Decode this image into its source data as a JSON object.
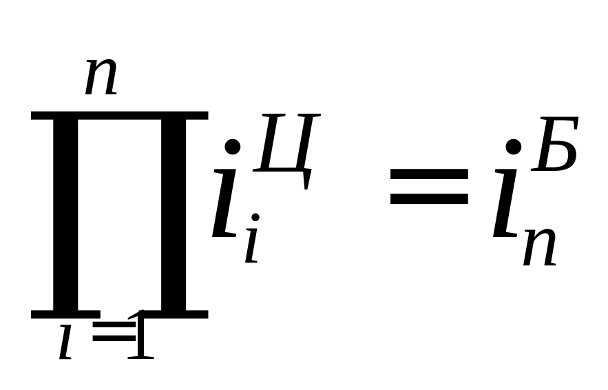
{
  "formula": {
    "operator": "∏",
    "upper_limit": "n",
    "lower_index": "i",
    "lower_equals": "=",
    "lower_value": "1",
    "lhs": {
      "base": "i",
      "subscript": "i",
      "superscript": "Ц"
    },
    "equals": "=",
    "rhs": {
      "base": "i",
      "subscript": "n",
      "superscript": "Б"
    }
  }
}
